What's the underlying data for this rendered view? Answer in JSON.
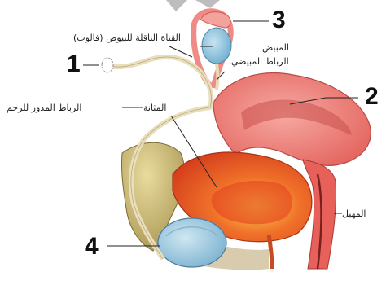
{
  "labels": {
    "fallopian_tube": "القناة الناقلة للبيوض (فالوب)",
    "ovary": "المبيض",
    "ovarian_ligament": "الرباط المبيضي",
    "round_ligament": "الرباط المدور للرحم",
    "bladder": "المثانة",
    "vagina": "المهبل"
  },
  "numbers": {
    "n1": "1",
    "n2": "2",
    "n3": "3",
    "n4": "4"
  },
  "colors": {
    "uterus": "#f08a86",
    "bladder": "#f2792f",
    "ovary": "#8fc3da",
    "pubic_bone": "#d6c884",
    "ligament": "#efe7c8"
  }
}
